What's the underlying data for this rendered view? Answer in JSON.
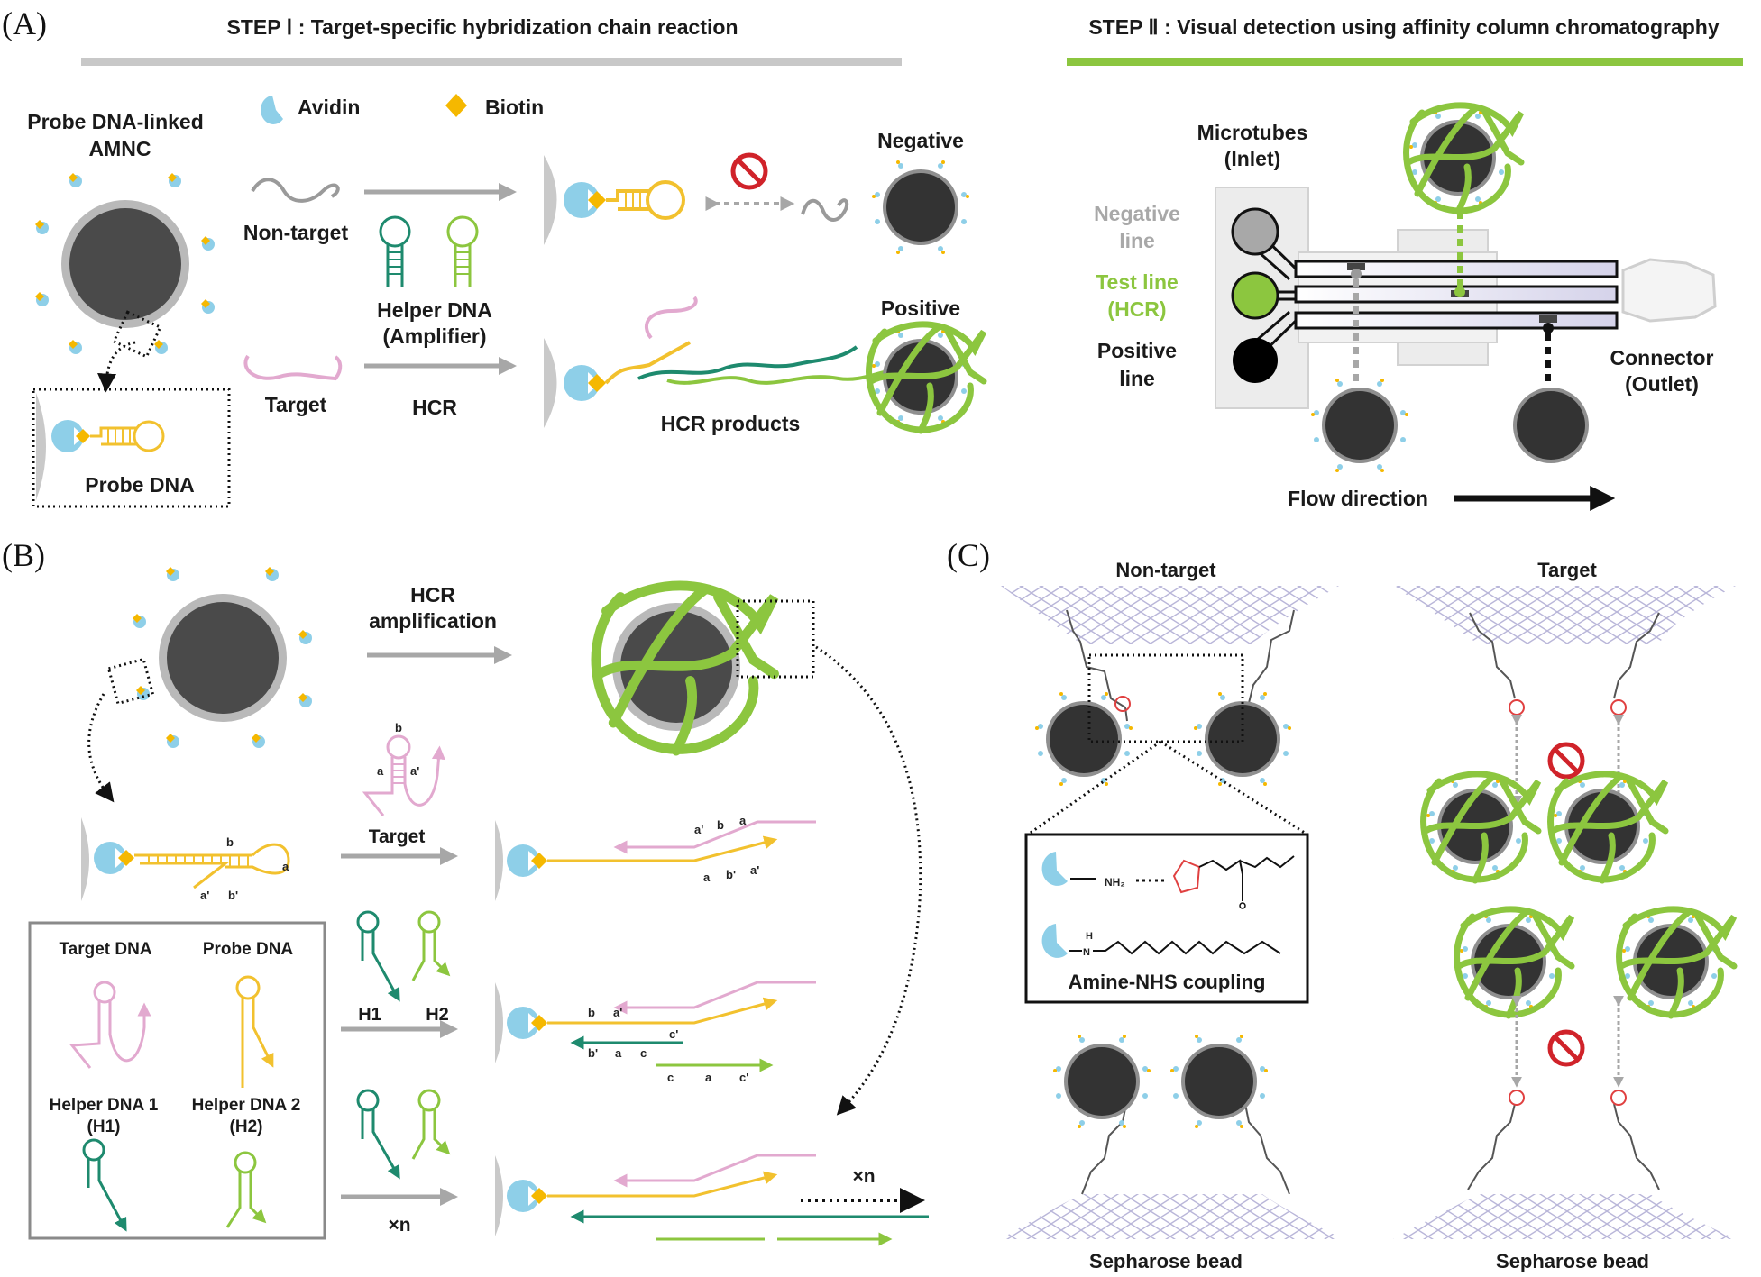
{
  "panels": {
    "a": {
      "label": "(A)",
      "step1_title": "STEP Ⅰ : Target-specific hybridization chain reaction",
      "step2_title": "STEP Ⅱ : Visual detection using affinity column chromatography",
      "legend": {
        "avidin": "Avidin",
        "biotin": "Biotin"
      },
      "probe_amnc_line1": "Probe DNA-linked",
      "probe_amnc_line2": "AMNC",
      "probe_dna": "Probe DNA",
      "non_target": "Non-target",
      "target": "Target",
      "helper_line1": "Helper DNA",
      "helper_line2": "(Amplifier)",
      "hcr": "HCR",
      "hcr_products": "HCR products",
      "negative": "Negative",
      "positive": "Positive",
      "microtubes_line1": "Microtubes",
      "microtubes_line2": "(Inlet)",
      "negative_line1": "Negative",
      "negative_line2": "line",
      "test_line1": "Test line",
      "test_line2": "(HCR)",
      "positive_line1": "Positive",
      "positive_line2": "line",
      "connector_line1": "Connector",
      "connector_line2": "(Outlet)",
      "flow_direction": "Flow direction"
    },
    "b": {
      "label": "(B)",
      "hcr_amp_line1": "HCR",
      "hcr_amp_line2": "amplification",
      "target_arrow": "Target",
      "h1": "H1",
      "h2": "H2",
      "times_n": "×n",
      "times_n_right": "×n",
      "legend_box": {
        "target_dna": "Target DNA",
        "probe_dna": "Probe DNA",
        "helper1_line1": "Helper DNA 1",
        "helper1_line2": "(H1)",
        "helper2_line1": "Helper DNA 2",
        "helper2_line2": "(H2)"
      },
      "domain_labels": {
        "a": "a",
        "a_prime": "a'",
        "b": "b",
        "b_prime": "b'",
        "c": "c",
        "c_prime": "c'"
      }
    },
    "c": {
      "label": "(C)",
      "non_target": "Non-target",
      "target": "Target",
      "amine_nhs": "Amine-NHS  coupling",
      "nh2": "NH₂",
      "nh": "H",
      "n": "N",
      "sepharose_left": "Sepharose bead",
      "sepharose_right": "Sepharose bead"
    }
  },
  "colors": {
    "bead_core": "#3a3a3a",
    "bead_shell": "#b9b9b9",
    "avidin": "#8ecfe8",
    "biotin": "#f5b800",
    "probe": "#f2c12e",
    "target_pink": "#e2a9cf",
    "helper1_teal": "#1e8a6e",
    "helper2_green": "#8cc63f",
    "arrow_grey": "#a7a7a7",
    "stop_red": "#d0232a",
    "step2_green": "#8cc63f",
    "step1_grey": "#c8c8c8"
  }
}
